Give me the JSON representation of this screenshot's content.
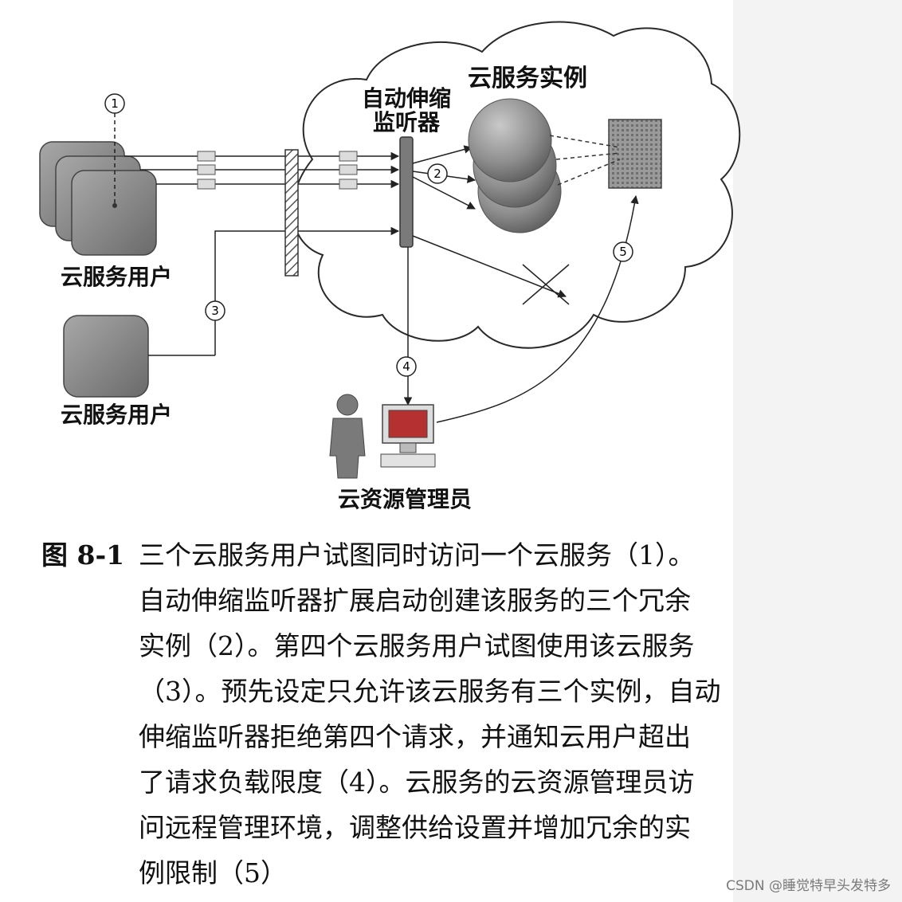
{
  "diagram": {
    "labels": {
      "cloud_service_instances": "云服务实例",
      "autoscaling_listener": [
        "自动伸缩",
        "监听器"
      ],
      "cloud_service_consumer_1": "云服务用户",
      "cloud_service_consumer_2": "云服务用户",
      "cloud_resource_administrator": "云资源管理员"
    },
    "steps": [
      "1",
      "2",
      "3",
      "4",
      "5"
    ]
  },
  "caption": {
    "label": "图 8-1",
    "lines": [
      "三个云服务用户试图同时访问一个云服务（1）。",
      "自动伸缩监听器扩展启动创建该服务的三个冗余",
      "实例（2）。第四个云服务用户试图使用该云服务",
      "（3）。预先设定只允许该云服务有三个实例，自动",
      "伸缩监听器拒绝第四个请求，并通知云用户超出",
      "了请求负载限度（4）。云服务的云资源管理员访",
      "问远程管理环境，调整供给设置并增加冗余的实",
      "例限制（5）"
    ]
  },
  "watermark": "CSDN @睡觉特早头发特多"
}
